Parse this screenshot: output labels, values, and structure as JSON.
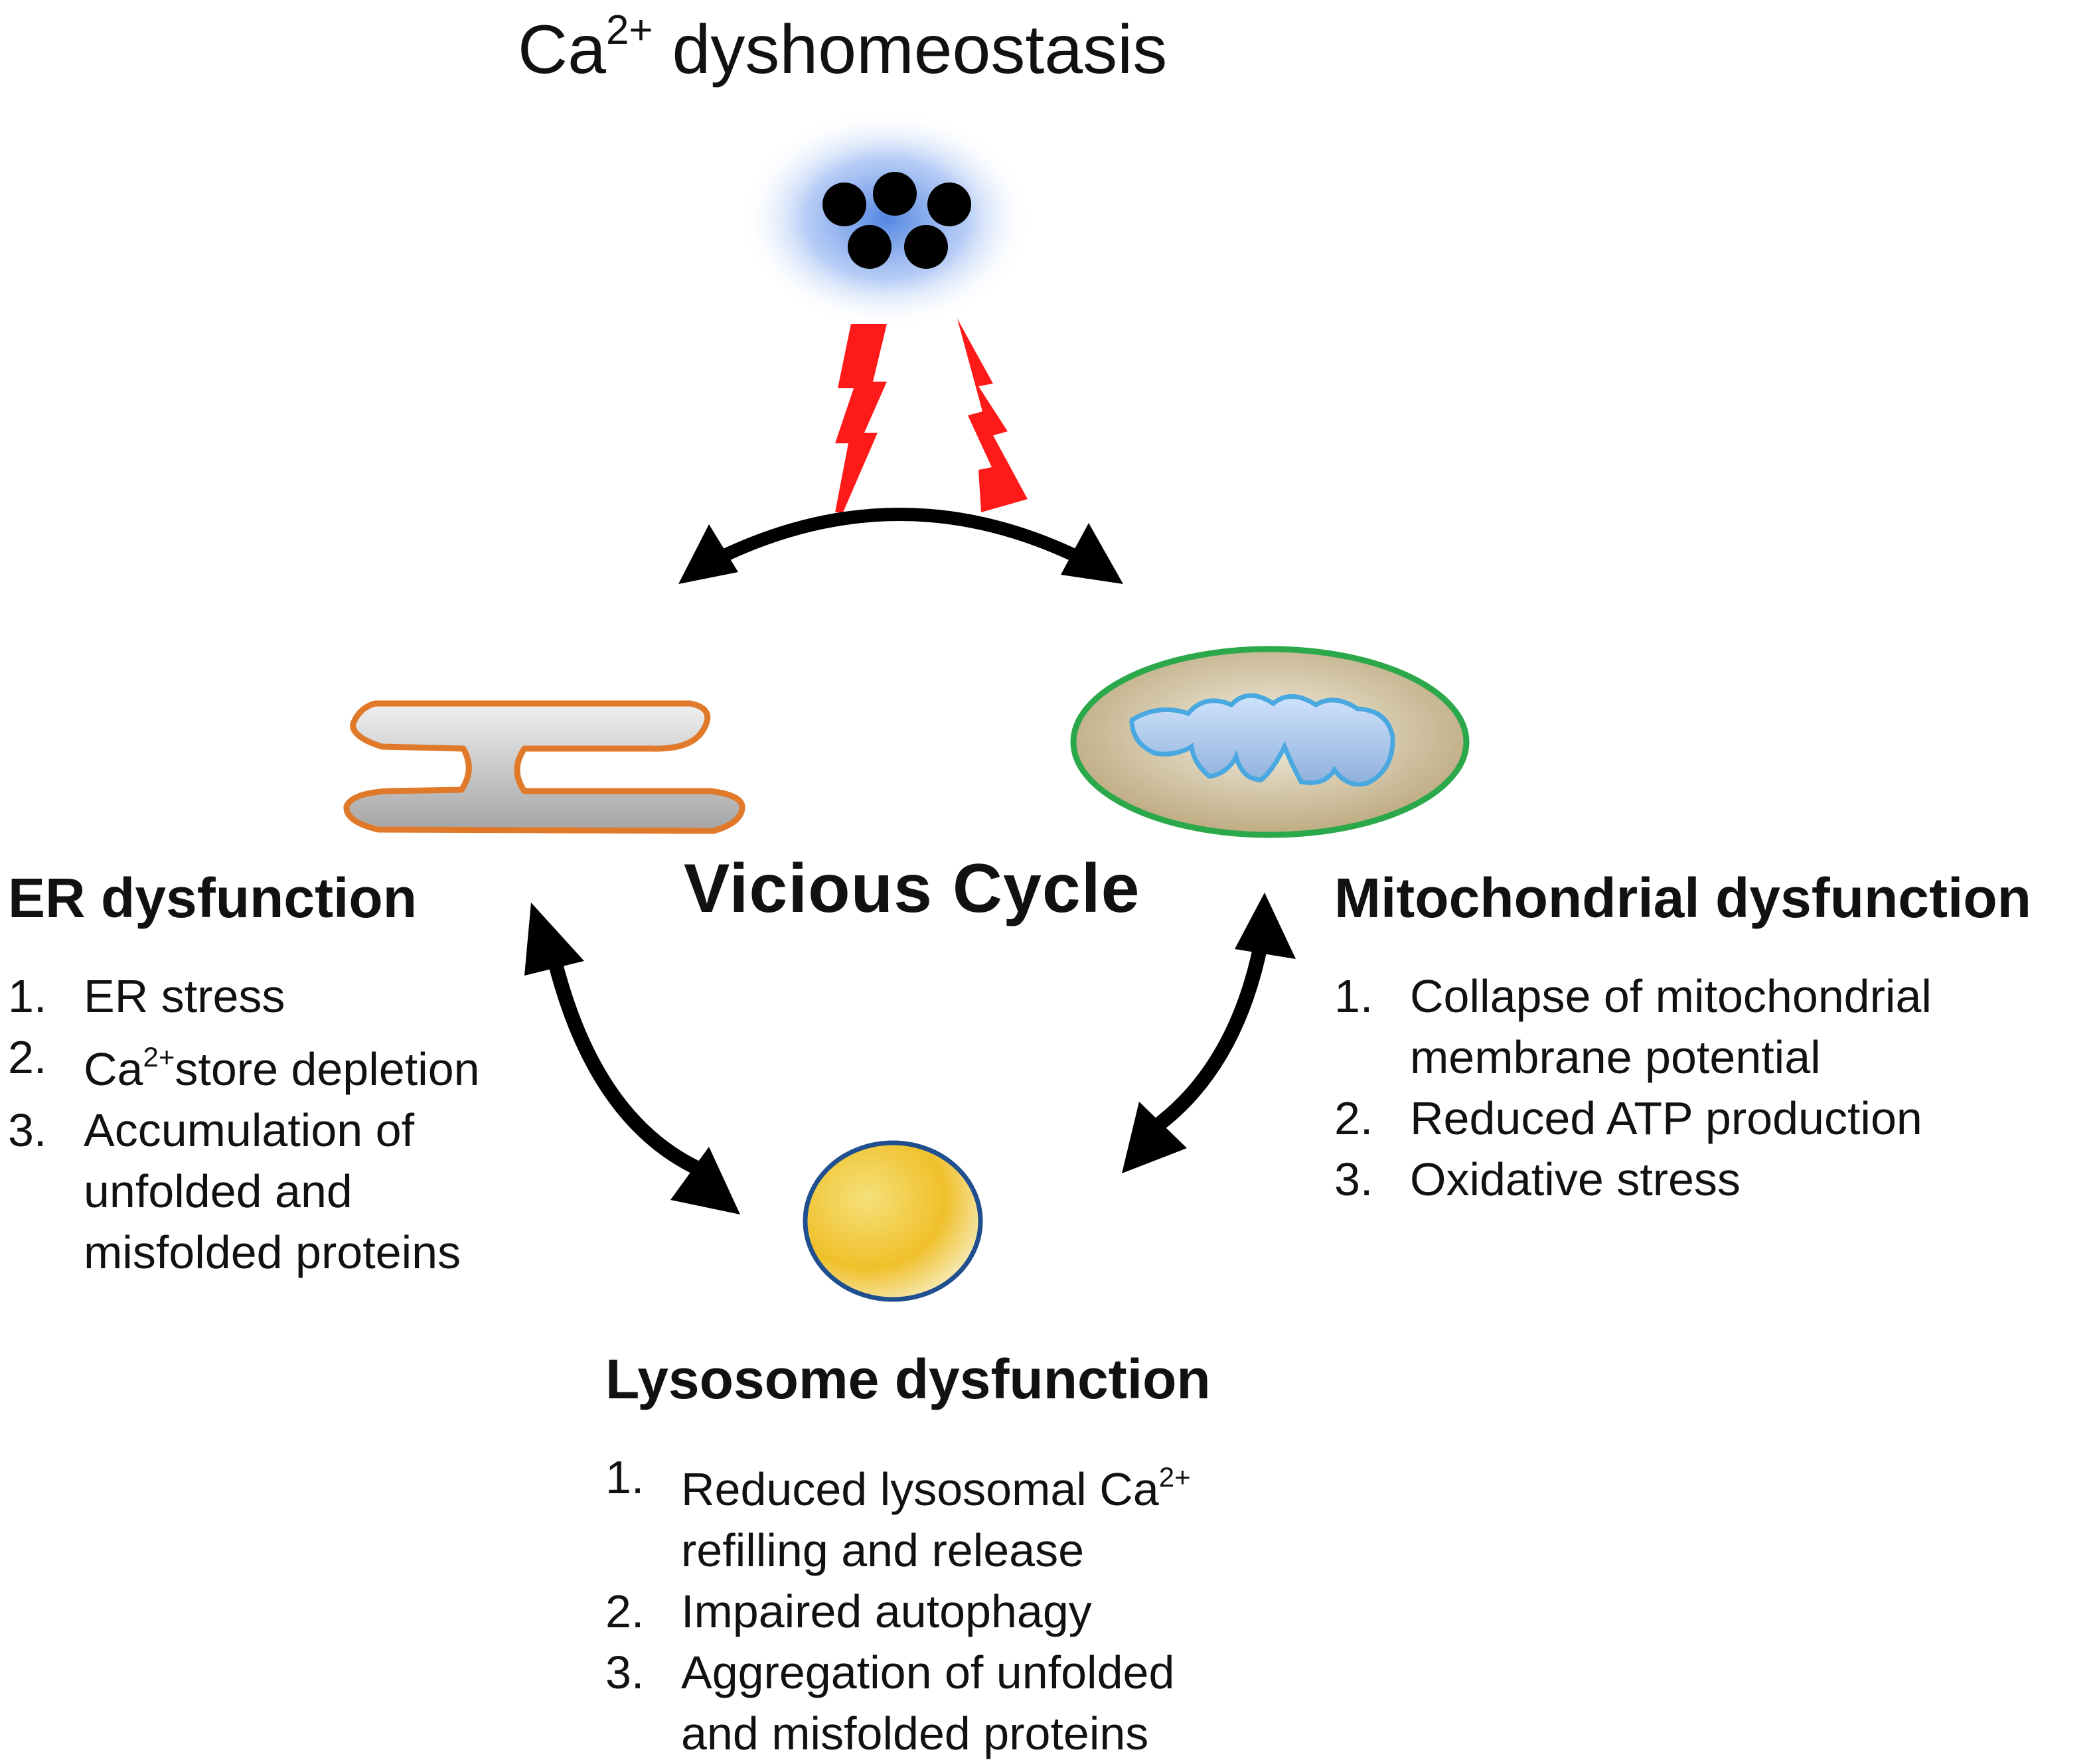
{
  "title": {
    "prefix": "Ca",
    "superscript": "2+",
    "suffix": " dyshomeostasis"
  },
  "center_label": "Vicious Cycle",
  "er": {
    "title": "ER dysfunction",
    "items": [
      {
        "num": "1.",
        "lines": [
          "ER stress"
        ]
      },
      {
        "num": "2.",
        "prefix": "Ca",
        "superscript": "2+",
        "rest": "store depletion"
      },
      {
        "num": "3.",
        "lines": [
          "Accumulation  of",
          "unfolded and",
          "misfolded proteins"
        ]
      }
    ]
  },
  "mitochondria": {
    "title": "Mitochondrial dysfunction",
    "items": [
      {
        "num": "1.",
        "lines": [
          "Collapse of mitochondrial",
          "membrane potential"
        ]
      },
      {
        "num": "2.",
        "lines": [
          "Reduced ATP production"
        ]
      },
      {
        "num": "3.",
        "lines": [
          "Oxidative stress"
        ]
      }
    ]
  },
  "lysosome": {
    "title": "Lysosome dysfunction",
    "items": [
      {
        "num": "1.",
        "line1_prefix": "Reduced lysosomal Ca",
        "line1_superscript": "2+",
        "line2": "refilling and release"
      },
      {
        "num": "2.",
        "lines": [
          "Impaired autophagy"
        ]
      },
      {
        "num": "3.",
        "lines": [
          "Aggregation of unfolded",
          "and misfolded proteins"
        ]
      }
    ]
  },
  "colors": {
    "lightning": "#ff1a1a",
    "arrow": "#000000",
    "er_outline": "#e07a2a",
    "er_fill": "#b8b8b8",
    "mito_outline": "#2aa84a",
    "mito_fill": "#c9b98a",
    "cristae": "#4aa8e0",
    "lysosome_outline": "#1f4f8f",
    "lysosome_fill": "#f2c12e",
    "calcium_glow": "#4a7fe0",
    "calcium_ion": "#000000"
  }
}
